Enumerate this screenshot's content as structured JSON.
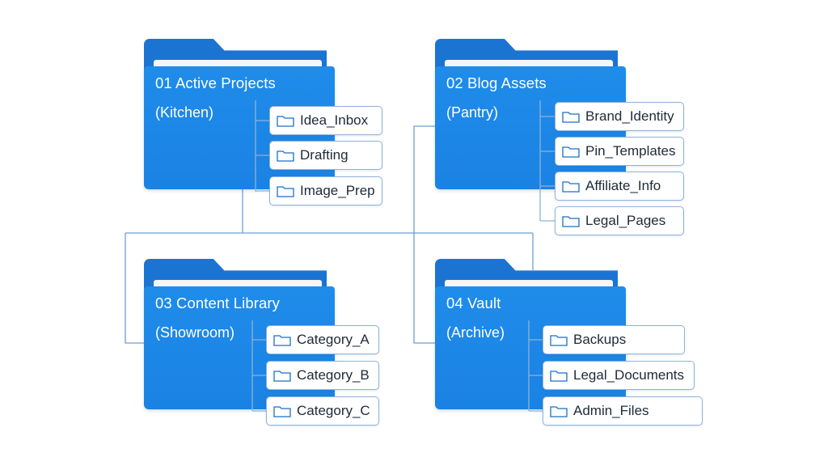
{
  "colors": {
    "folder": "#1a82e3",
    "folder_tab": "#1b74d2",
    "connector": "#6f9fd0",
    "subfolder_border": "#8fb2d8",
    "subfolder_icon": "#1b6fc8",
    "text_dark": "#1e2a38"
  },
  "folders": [
    {
      "title": "01 Active Projects",
      "subtitle": "(Kitchen)",
      "subfolders": [
        "Idea_Inbox",
        "Drafting",
        "Image_Prep"
      ],
      "icon": "folder-icon"
    },
    {
      "title": "02 Blog Assets",
      "subtitle": "(Pantry)",
      "subfolders": [
        "Brand_Identity",
        "Pin_Templates",
        "Affiliate_Info",
        "Legal_Pages"
      ],
      "icon": "folder-icon"
    },
    {
      "title": "03 Content Library",
      "subtitle": "(Showroom)",
      "subfolders": [
        "Category_A",
        "Category_B",
        "Category_C"
      ],
      "icon": "folder-icon"
    },
    {
      "title": "04 Vault",
      "subtitle": "(Archive)",
      "subfolders": [
        "Backups",
        "Legal_Documents",
        "Admin_Files"
      ],
      "icon": "folder-icon"
    }
  ]
}
